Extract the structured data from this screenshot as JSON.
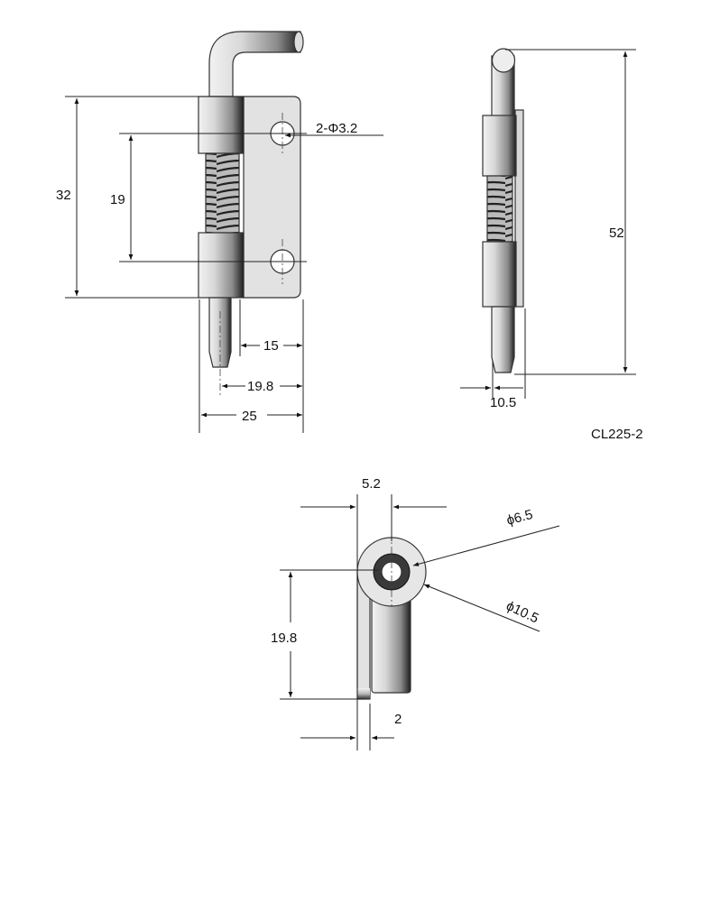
{
  "drawing": {
    "part_number": "CL225-2",
    "front_view": {
      "height_overall": "32",
      "hole_spacing": "19",
      "hole_callout": "2-Φ3.2",
      "width_plate_to_pin": "15",
      "width_pin_center": "19.8",
      "width_overall": "25"
    },
    "side_view": {
      "length_overall": "52",
      "thickness": "10.5"
    },
    "bottom_view": {
      "offset": "5.2",
      "inner_diameter": "ϕ6.5",
      "outer_diameter": "ϕ10.5",
      "height": "19.8",
      "plate_thickness": "2"
    }
  },
  "colors": {
    "metal_light": "#e4e4e4",
    "metal_dark": "#3a3a3a",
    "line": "#222222"
  }
}
